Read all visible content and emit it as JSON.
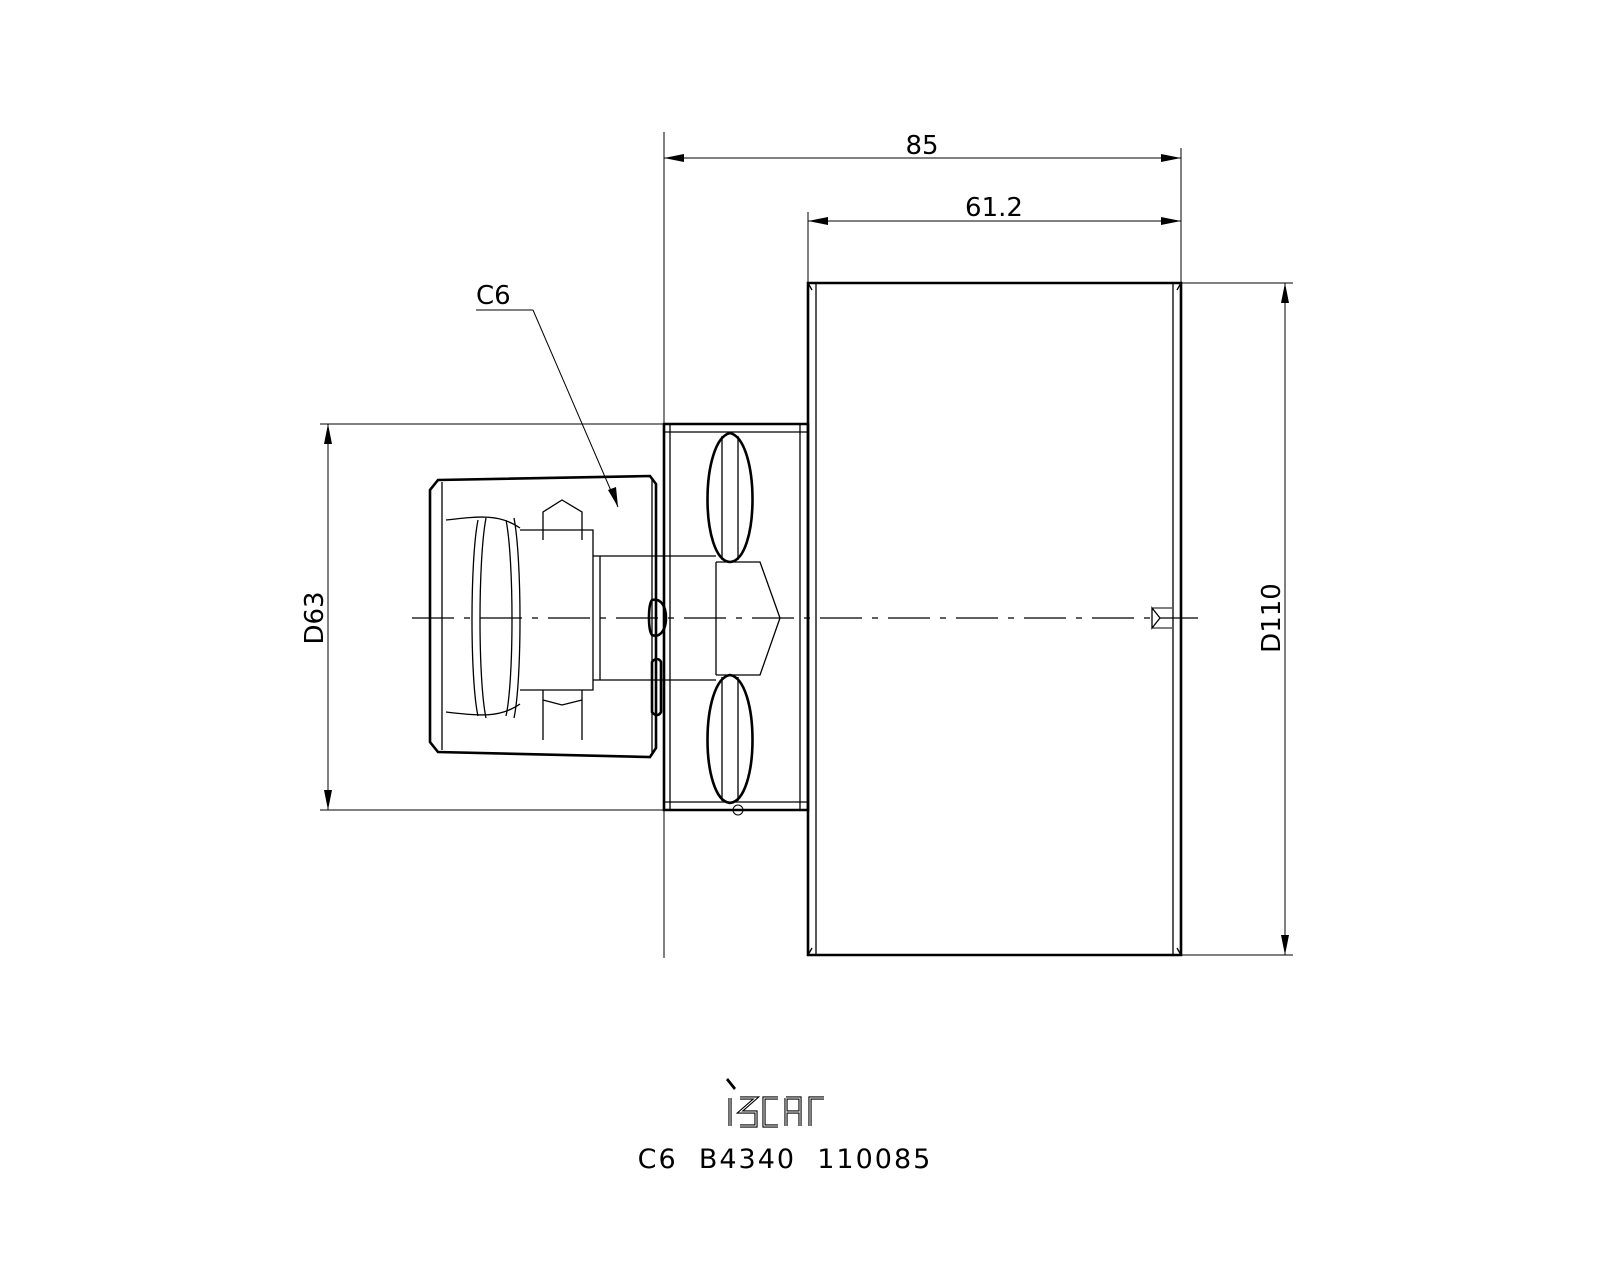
{
  "dimensions": {
    "overall_length": "85",
    "body_length": "61.2",
    "shank_diameter": "D63",
    "body_diameter": "D110",
    "coupling_label": "C6"
  },
  "caption": {
    "part_code": "C6  B4340  110085"
  },
  "logo": {
    "text": "iscar"
  },
  "colors": {
    "ink": "#000000",
    "background": "#ffffff"
  }
}
